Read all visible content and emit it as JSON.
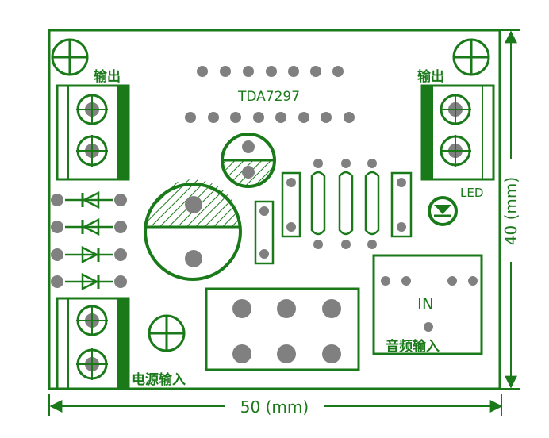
{
  "labels": {
    "output_left": "输出",
    "output_right": "输出",
    "chip": "TDA7297",
    "led": "LED",
    "in": "IN",
    "audio_input": "音频输入",
    "power_input": "电源输入",
    "dim_width": "50 (mm)",
    "dim_height": "40 (mm)"
  },
  "colors": {
    "trace": "#1a7a1a",
    "pad": "#808080",
    "background": "#ffffff"
  }
}
